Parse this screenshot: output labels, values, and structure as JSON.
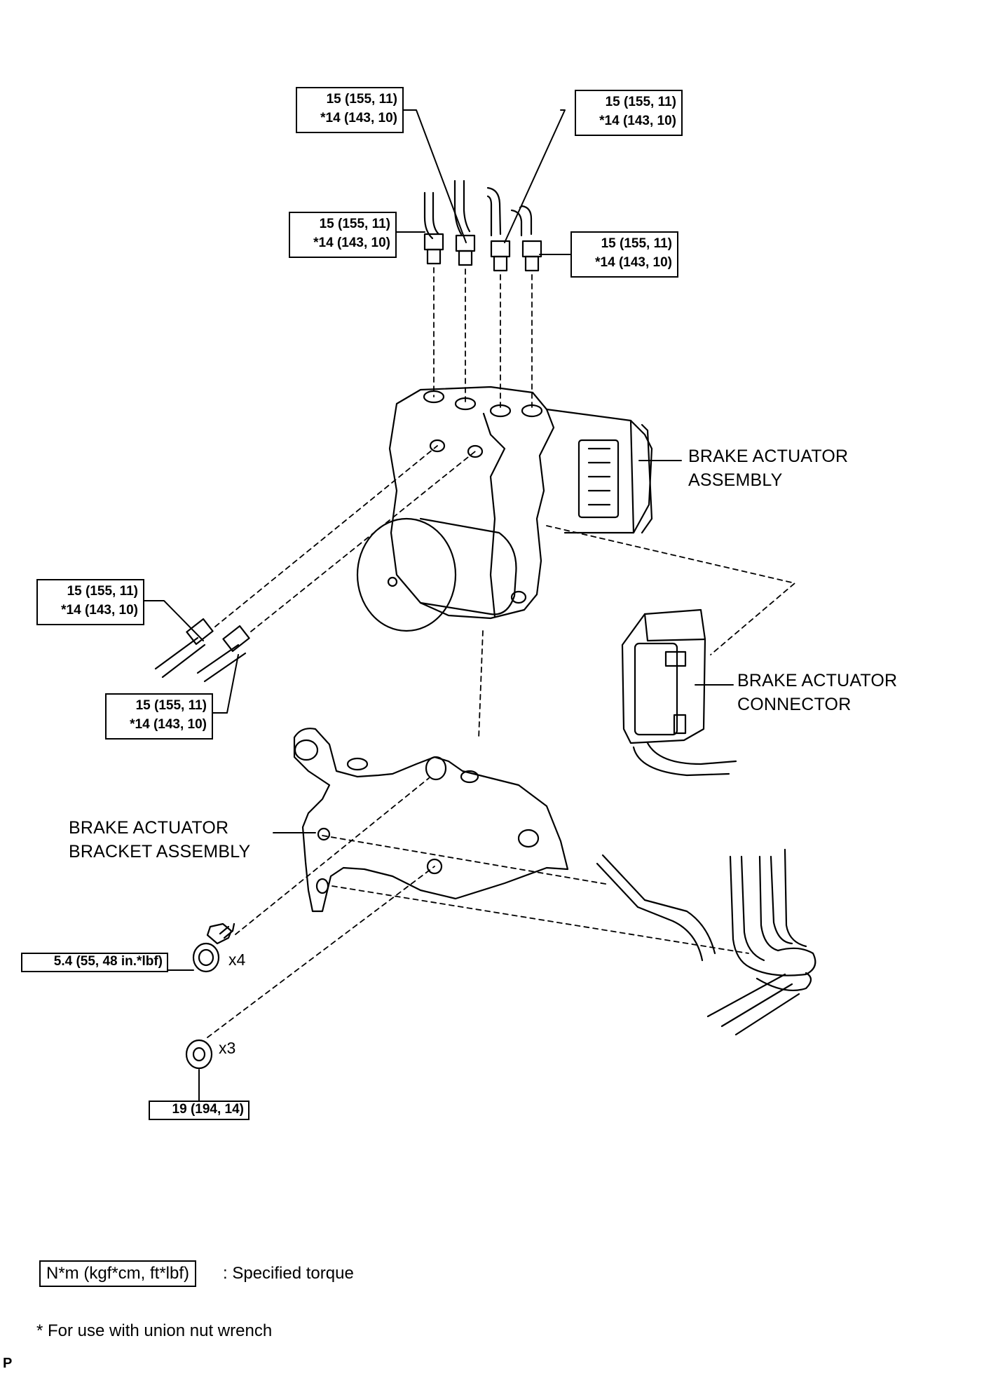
{
  "torque_boxes": {
    "line_top_left": {
      "line1": "15 (155, 11)",
      "line2": "*14 (143, 10)"
    },
    "line_top_right": {
      "line1": "15 (155, 11)",
      "line2": "*14 (143, 10)"
    },
    "line_mid_left": {
      "line1": "15 (155, 11)",
      "line2": "*14 (143, 10)"
    },
    "line_mid_right": {
      "line1": "15 (155, 11)",
      "line2": "*14 (143, 10)"
    },
    "line_side_upper": {
      "line1": "15 (155, 11)",
      "line2": "*14 (143, 10)"
    },
    "line_side_lower": {
      "line1": "15 (155, 11)",
      "line2": "*14 (143, 10)"
    },
    "bolt": "5.4 (55, 48 in.*lbf)",
    "nut": "19 (194, 14)"
  },
  "quantities": {
    "bolt": "x4",
    "nut": "x3"
  },
  "labels": {
    "actuator_assembly": {
      "line1": "BRAKE ACTUATOR",
      "line2": "ASSEMBLY"
    },
    "actuator_connector": {
      "line1": "BRAKE ACTUATOR",
      "line2": "CONNECTOR"
    },
    "bracket_assembly": {
      "line1": "BRAKE ACTUATOR",
      "line2": "BRACKET ASSEMBLY"
    }
  },
  "legend": {
    "box": "N*m (kgf*cm, ft*lbf)",
    "text": ": Specified torque"
  },
  "footnote": "* For use with union nut wrench",
  "corner_mark": "P"
}
